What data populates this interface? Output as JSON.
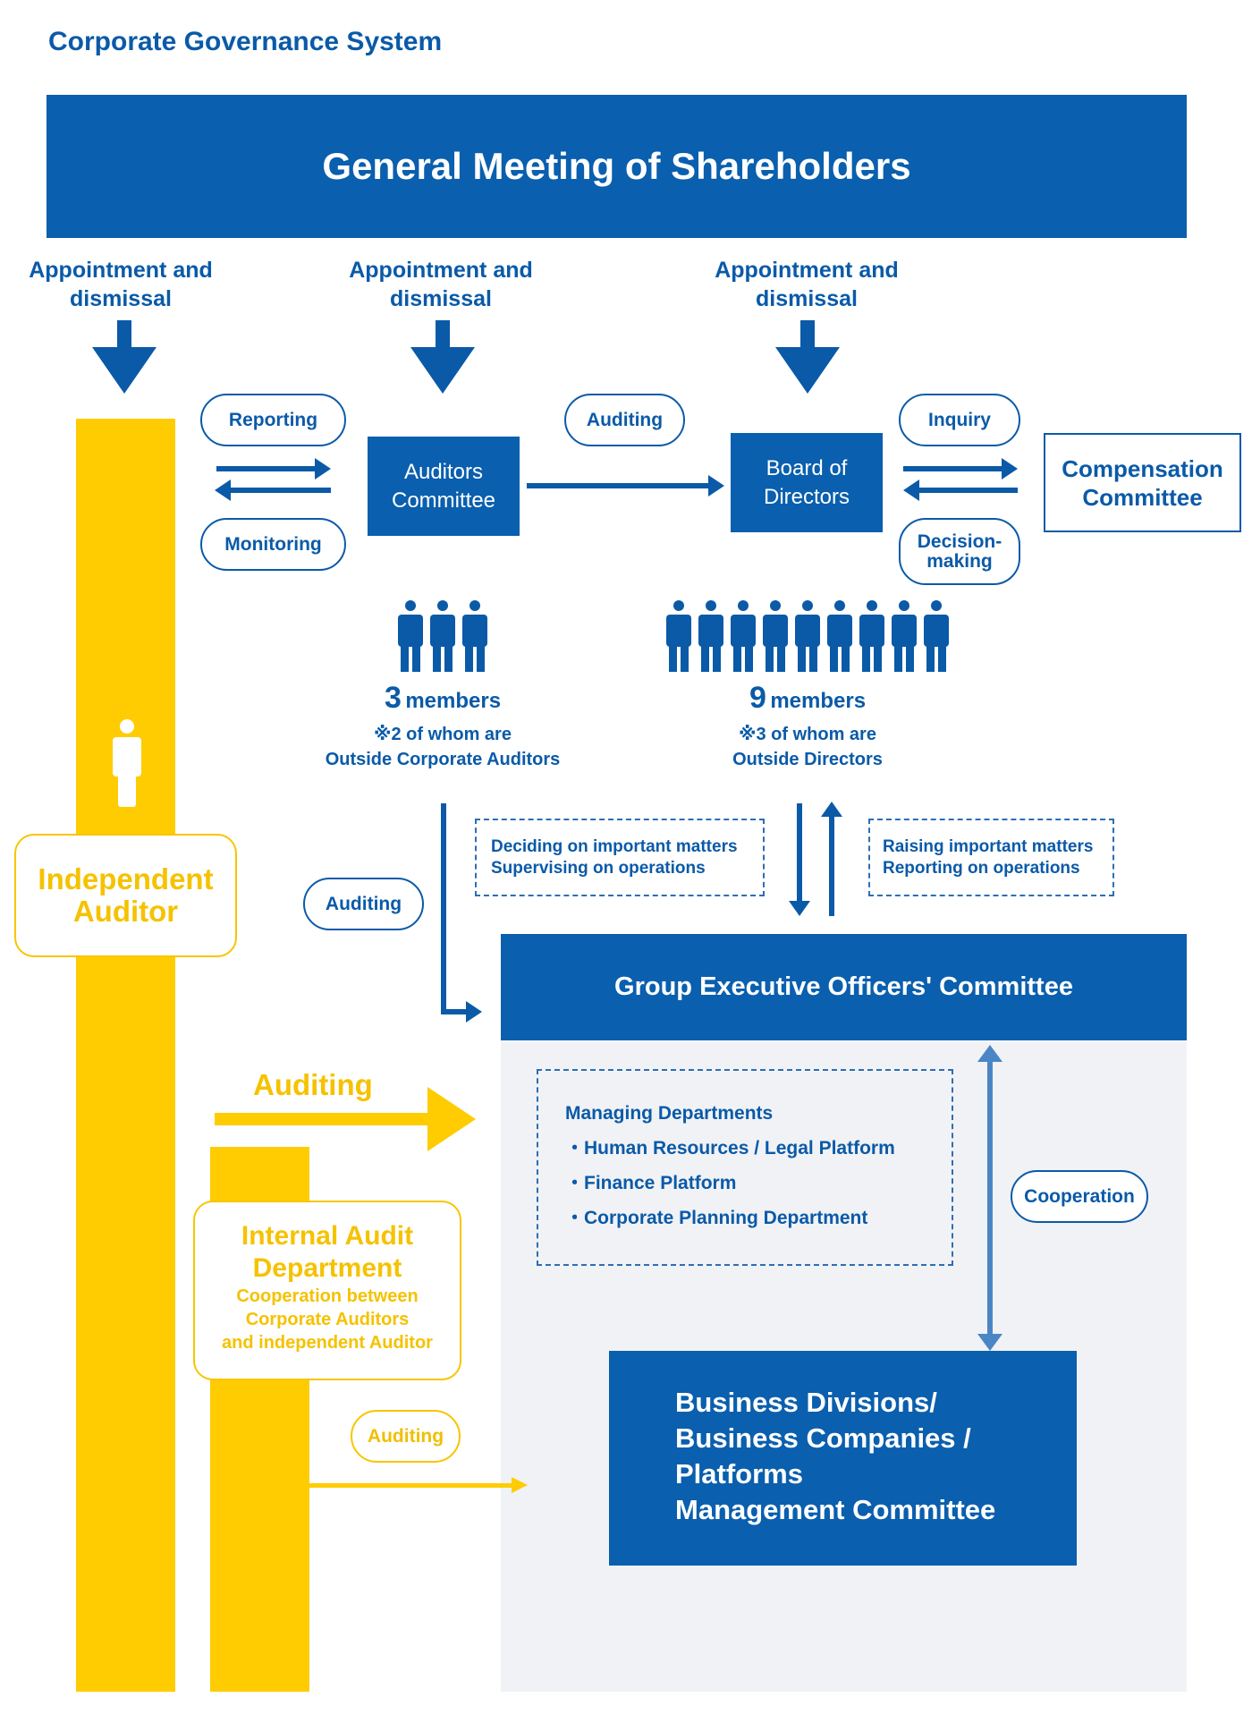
{
  "title": "Corporate Governance System",
  "gms": "General Meeting of Shareholders",
  "appointment": {
    "left_l1": "Appointment and",
    "left_l2": "dismissal",
    "mid_l1": "Appointment and",
    "mid_l2": "dismissal",
    "right_l1": "Appointment and",
    "right_l2": "dismissal"
  },
  "pills": {
    "reporting": "Reporting",
    "monitoring": "Monitoring",
    "auditing_top": "Auditing",
    "inquiry": "Inquiry",
    "decision_l1": "Decision-",
    "decision_l2": "making",
    "auditing_mid": "Auditing",
    "cooperation": "Cooperation",
    "auditing_low": "Auditing"
  },
  "auditors_committee": {
    "l1": "Auditors",
    "l2": "Committee"
  },
  "board": {
    "l1": "Board of",
    "l2": "Directors"
  },
  "compensation": {
    "l1": "Compensation",
    "l2": "Committee"
  },
  "auditors_members": {
    "count": "3",
    "label": "members",
    "note_l1": "※2 of whom are",
    "note_l2": "Outside Corporate Auditors"
  },
  "board_members": {
    "count": "9",
    "label": "members",
    "note_l1": "※3 of whom are",
    "note_l2": "Outside Directors"
  },
  "dashed_left": {
    "l1": "Deciding on important matters",
    "l2": "Supervising on operations"
  },
  "dashed_right": {
    "l1": "Raising important matters",
    "l2": "Reporting on operations"
  },
  "independent_auditor": {
    "l1": "Independent",
    "l2": "Auditor"
  },
  "geoc": "Group Executive Officers' Committee",
  "auditing_big": "Auditing",
  "managing": {
    "heading": "Managing Departments",
    "items": [
      "・Human Resources / Legal Platform",
      "・Finance Platform",
      "・Corporate Planning Department"
    ]
  },
  "internal_audit": {
    "l1": "Internal Audit",
    "l2": "Department",
    "s1": "Cooperation between",
    "s2": "Corporate Auditors",
    "s3": "and independent Auditor"
  },
  "business": {
    "l1": "Business Divisions/",
    "l2": "Business Companies /",
    "l3": "Platforms",
    "l4": "Management Committee"
  },
  "colors": {
    "blue": "#0a5fae",
    "yellow": "#fecc00",
    "gray": "#f1f2f5"
  }
}
